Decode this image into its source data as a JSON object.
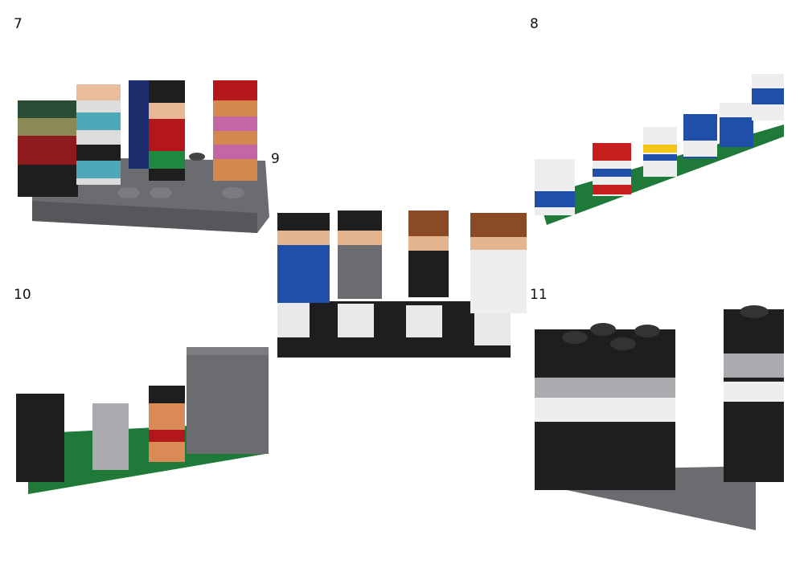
{
  "steps": [
    {
      "number": "7"
    },
    {
      "number": "8"
    },
    {
      "number": "9"
    },
    {
      "number": "10"
    },
    {
      "number": "11"
    }
  ],
  "colors": {
    "black": "#1e1e1e",
    "dark_gray": "#5f6164",
    "light_gray": "#a9abae",
    "white": "#eeeeee",
    "green": "#1f7a3a",
    "blue": "#1f4fa8",
    "red": "#b3161b",
    "tan": "#e4b48e",
    "brown": "#8a4a26",
    "orange": "#d98a55"
  }
}
